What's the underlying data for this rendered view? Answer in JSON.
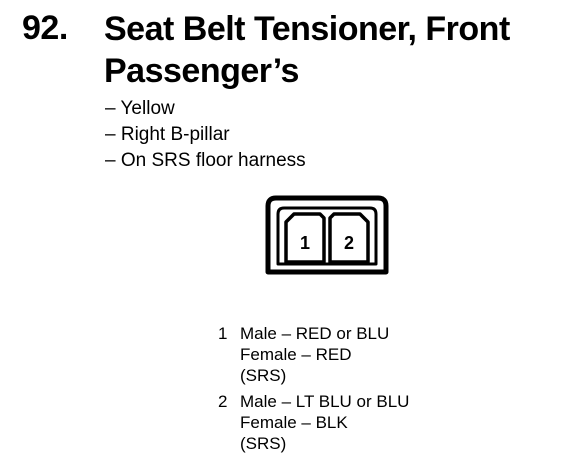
{
  "heading": {
    "number": "92.",
    "title": "Seat Belt Tensioner, Front Passenger’s"
  },
  "notes": [
    "– Yellow",
    "– Right B-pillar",
    "– On SRS floor harness"
  ],
  "connector": {
    "cavity_labels": [
      "1",
      "2"
    ]
  },
  "pins": [
    {
      "number": "1",
      "male": "Male – RED or BLU",
      "female": "Female – RED",
      "system": "(SRS)"
    },
    {
      "number": "2",
      "male": "Male – LT BLU or BLU",
      "female": "Female – BLK",
      "system": "(SRS)"
    }
  ]
}
